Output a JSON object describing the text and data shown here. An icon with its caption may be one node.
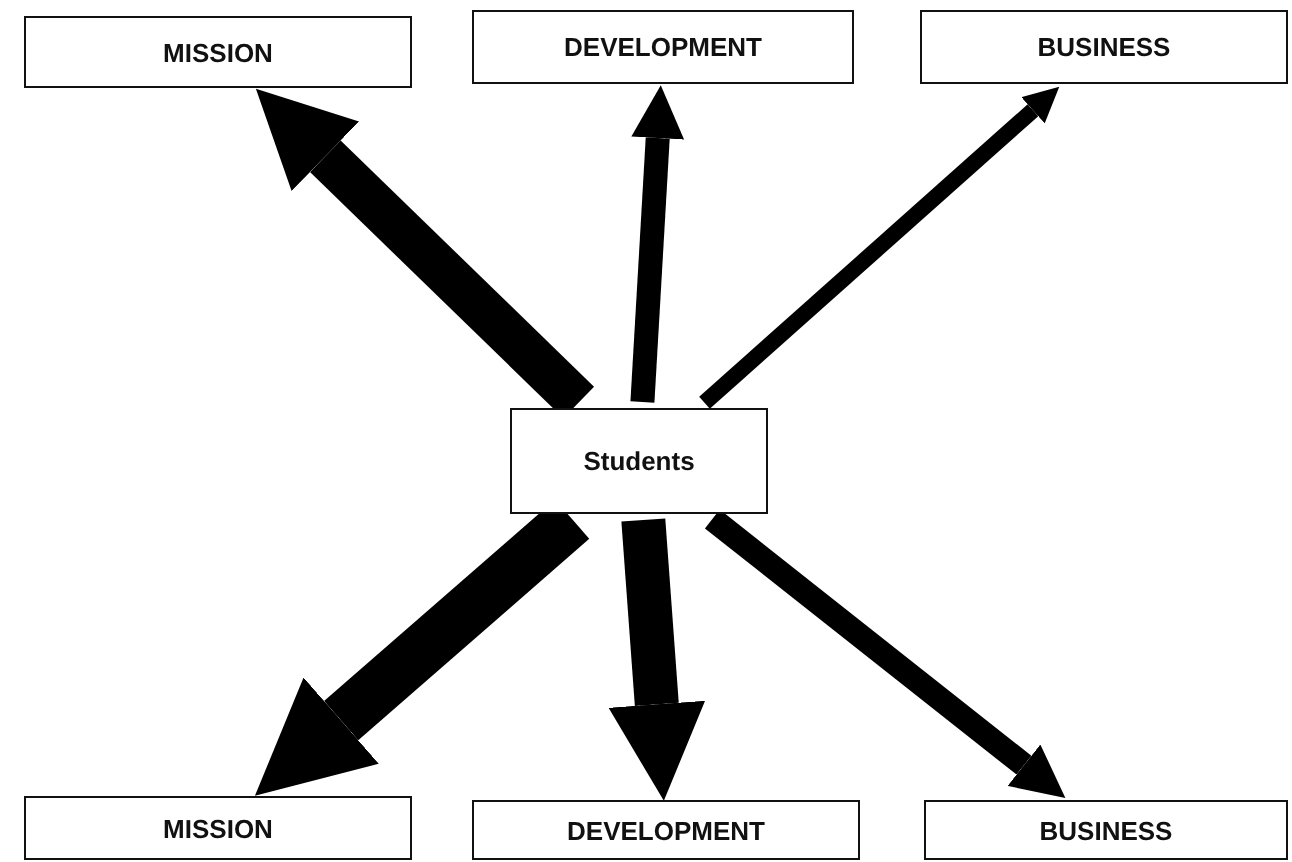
{
  "diagram": {
    "nodes": [
      {
        "text": [
          "MISSION"
        ]
      },
      {
        "text": [
          "DEVELOPMENT"
        ]
      },
      {
        "text": [
          "BUSINESS"
        ]
      },
      {
        "text": [
          "Students"
        ]
      },
      {
        "text": [
          "MISSION"
        ]
      },
      {
        "text": [
          "DEVELOPMENT"
        ]
      },
      {
        "text": [
          "BUSINESS"
        ]
      }
    ],
    "edges": [
      {
        "from": 3,
        "to": 0,
        "arrow": "to",
        "style": "thick"
      },
      {
        "from": 3,
        "to": 1,
        "arrow": "to"
      },
      {
        "from": 3,
        "to": 2,
        "arrow": "to"
      },
      {
        "from": 3,
        "to": 4,
        "arrow": "to",
        "style": "thick"
      },
      {
        "from": 3,
        "to": 5,
        "arrow": "to",
        "style": "thick"
      },
      {
        "from": 3,
        "to": 6,
        "arrow": "to"
      }
    ]
  }
}
